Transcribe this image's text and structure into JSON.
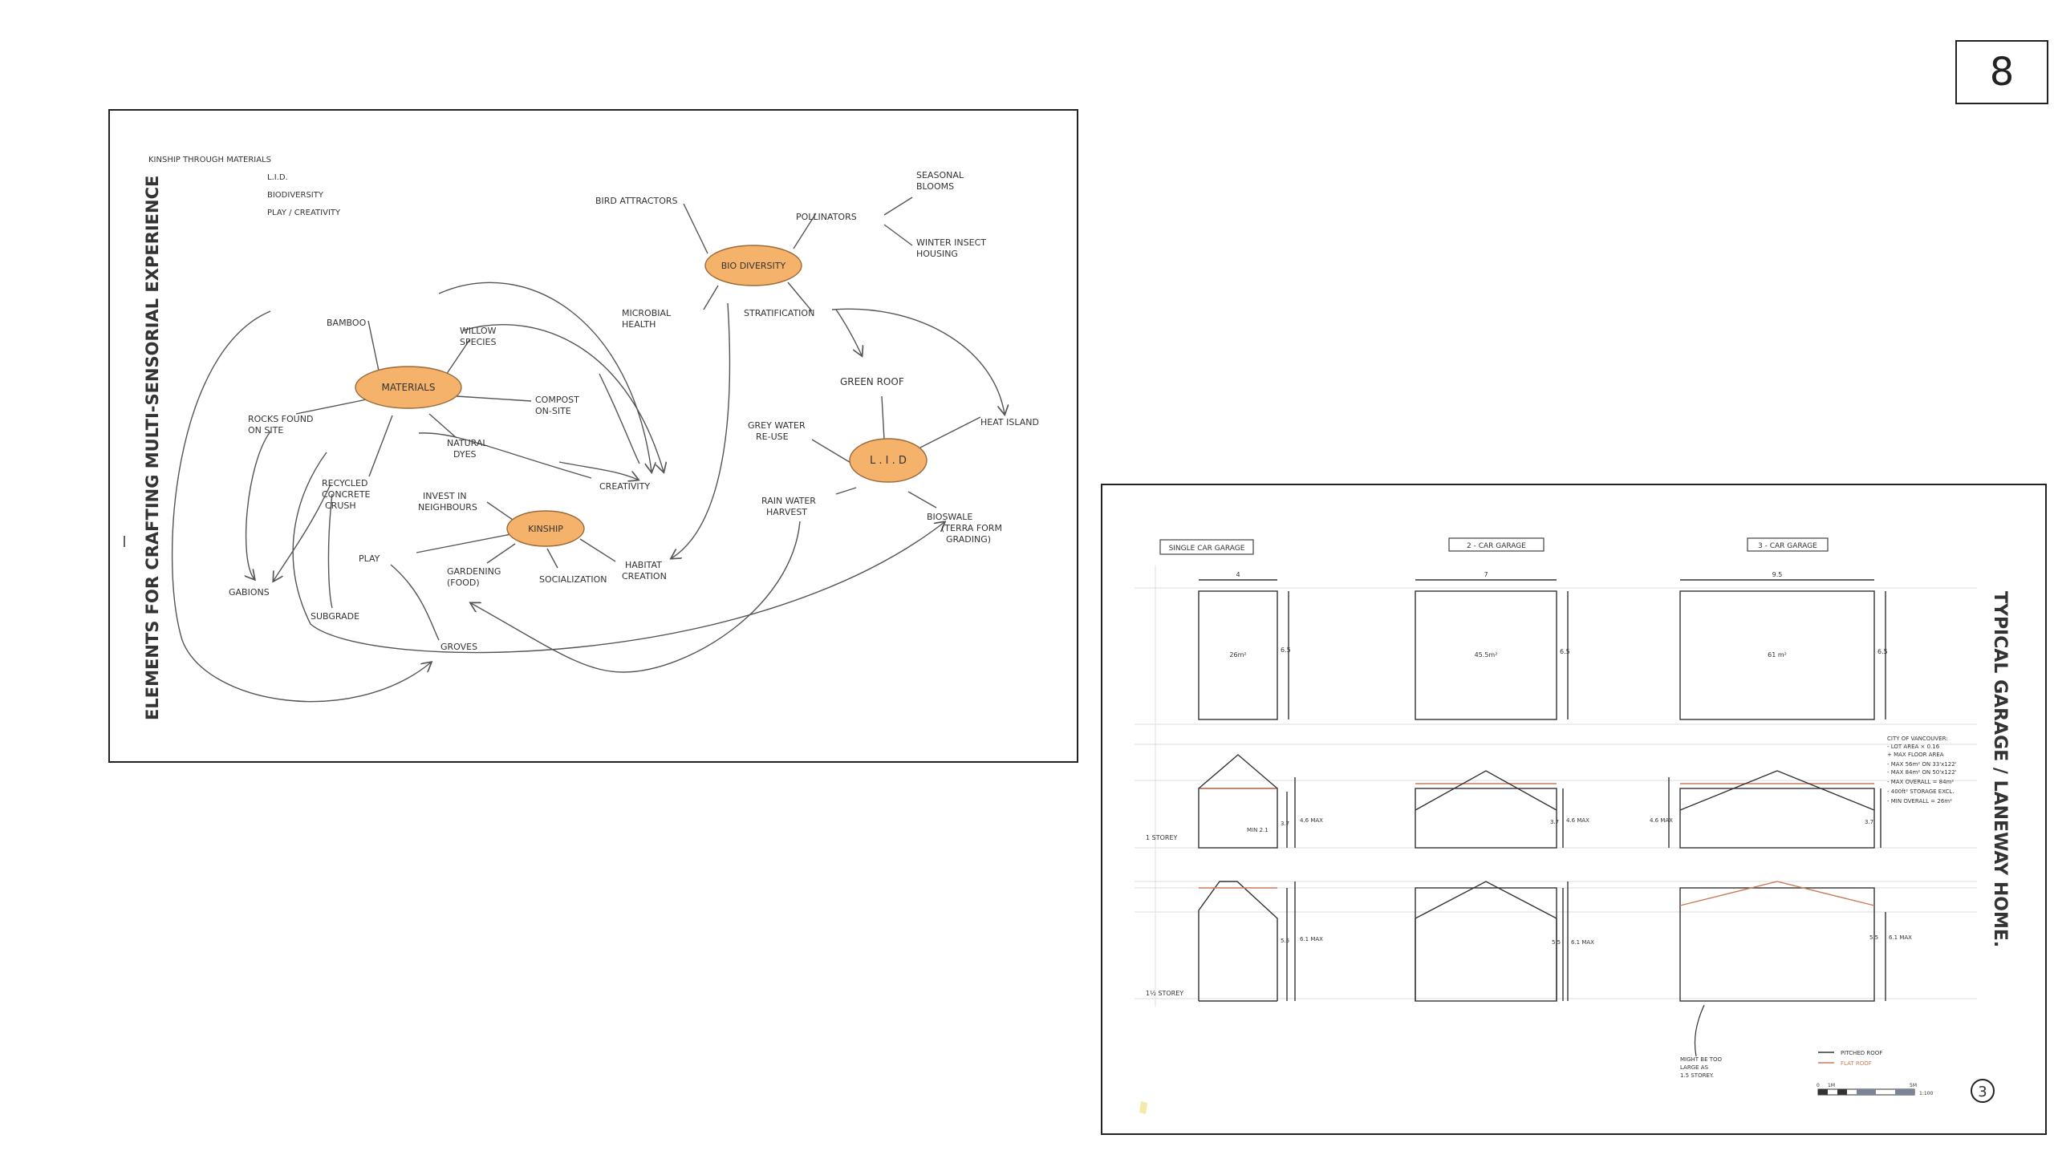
{
  "page_number": "8",
  "mindmap": {
    "vertical_title": "ELEMENTS FOR CRAFTING MULTI-SENSORIAL EXPERIENCE",
    "intro_lines": [
      "KINSHIP THROUGH MATERIALS",
      "L.I.D.",
      "BIODIVERSITY",
      "PLAY / CREATIVITY"
    ],
    "hubs": {
      "materials": "MATERIALS",
      "biodiversity": "BIO DIVERSITY",
      "lid": "L . I . D",
      "kinship": "KINSHIP"
    },
    "accent_color": "#f5b26b",
    "nodes": {
      "bamboo": "BAMBOO",
      "willow": [
        "WILLOW",
        "SPECIES"
      ],
      "compost": [
        "COMPOST",
        "ON-SITE"
      ],
      "rocks": [
        "ROCKS FOUND",
        "ON SITE"
      ],
      "natural_dyes": [
        "NATURAL",
        "DYES"
      ],
      "recycled": [
        "RECYCLED",
        "CONCRETE",
        "CRUSH"
      ],
      "gabions": "GABIONS",
      "subgrade": "SUBGRADE",
      "bird_attractors": "BIRD ATTRACTORS",
      "pollinators": "POLLINATORS",
      "seasonal": [
        "SEASONAL",
        "BLOOMS"
      ],
      "winter": [
        "WINTER INSECT",
        "HOUSING"
      ],
      "microbial": [
        "MICROBIAL",
        "HEALTH"
      ],
      "stratification": "STRATIFICATION",
      "green_roof": "GREEN ROOF",
      "heat_island": "HEAT ISLAND",
      "grey_water": [
        "GREY WATER",
        "RE-USE"
      ],
      "rain_water": [
        "RAIN WATER",
        "HARVEST"
      ],
      "bioswale": [
        "BIOSWALE",
        "(TERRA FORM",
        "GRADING)"
      ],
      "creativity": "CREATIVITY",
      "invest": [
        "INVEST IN",
        "NEIGHBOURS"
      ],
      "play": "PLAY",
      "gardening": [
        "GARDENING",
        "(FOOD)"
      ],
      "socialization": "SOCIALIZATION",
      "habitat": [
        "HABITAT",
        "CREATION"
      ],
      "groves": "GROVES"
    }
  },
  "garage": {
    "vertical_title": "TYPICAL GARAGE / LANEWAY HOME.",
    "columns": [
      "SINGLE CAR GARAGE",
      "2 - CAR GARAGE",
      "3 - CAR GARAGE"
    ],
    "widths": [
      "4",
      "7",
      "9.5"
    ],
    "areas": [
      "26m²",
      "45.5m²",
      "61 m²"
    ],
    "depth": "6.5",
    "row_labels": [
      "1 STOREY",
      "1½ STOREY"
    ],
    "dims_storey1": [
      "4.6 MAX",
      "3.7",
      "MIN 2.1"
    ],
    "dims_storey15": [
      "6.1 MAX",
      "5.5"
    ],
    "notes": [
      "CITY OF VANCOUVER:",
      "- LOT AREA × 0.16",
      "  + MAX FLOOR AREA",
      "- MAX 56m² ON 33'x122'",
      "- MAX 84m² ON 50'x122'",
      "- MAX OVERALL = 84m²",
      "- 400ft² STORAGE EXCL.",
      "- MIN OVERALL = 26m²"
    ],
    "annotation": [
      "MIGHT BE TOO",
      "LARGE AS",
      "1.5 STOREY."
    ],
    "legend": [
      "PITCHED ROOF",
      "FLAT ROOF"
    ],
    "scale": [
      "0",
      "1M",
      "5M",
      "1:100"
    ],
    "sheet_number": "3",
    "flat_roof_color": "#c97b5a"
  }
}
